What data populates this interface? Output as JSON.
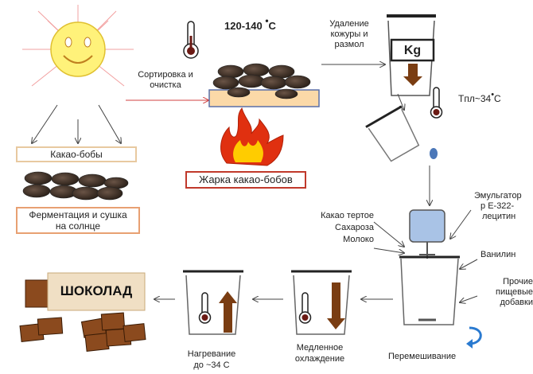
{
  "steps": {
    "cocoa_beans": "Какао-бобы",
    "fermentation": [
      "Ферментация и сушка",
      "на солнце"
    ],
    "sorting": [
      "Сортировка и",
      "очистка"
    ],
    "roasting_temp": "120-140",
    "roasting_unit": "C",
    "roasting": "Жарка какао-бобов",
    "husk_removal": [
      "Удаление",
      "кожуры и",
      "размол"
    ],
    "kg_label": "Kg",
    "melting_temp_prefix": "Tпл~34",
    "melting_temp_unit": "C",
    "ingredients_left": [
      "Какао тертое",
      "Сахароза",
      "Молоко"
    ],
    "emulsifier": [
      "Эмульгатор",
      "E-322-",
      "лецитин"
    ],
    "vanillin": "Ванилин",
    "other_additives": [
      "Прочие",
      "пищевые",
      "добавки"
    ],
    "mixing": "Перемешивание",
    "slow_cooling": [
      "Медленное",
      "охлаждение"
    ],
    "heating": [
      "Нагревание",
      "до ~34 C"
    ],
    "chocolate": "ШОКОЛАД"
  },
  "colors": {
    "sun": "#fff27a",
    "sun_rays": "#f2a0a0",
    "bean": "#4a3a2e",
    "board": "#fbd9a8",
    "board_border": "#5a6fa8",
    "box_border_tan": "#e8c9a0",
    "box_border_red": "#c0392b",
    "box_border_orange": "#e8a072",
    "arrow_brown": "#7a3d12",
    "mixer_blue": "#a9c3e6",
    "choco": "#8b4a1e",
    "flame_red": "#e03010",
    "flame_yellow": "#ffcc00"
  }
}
